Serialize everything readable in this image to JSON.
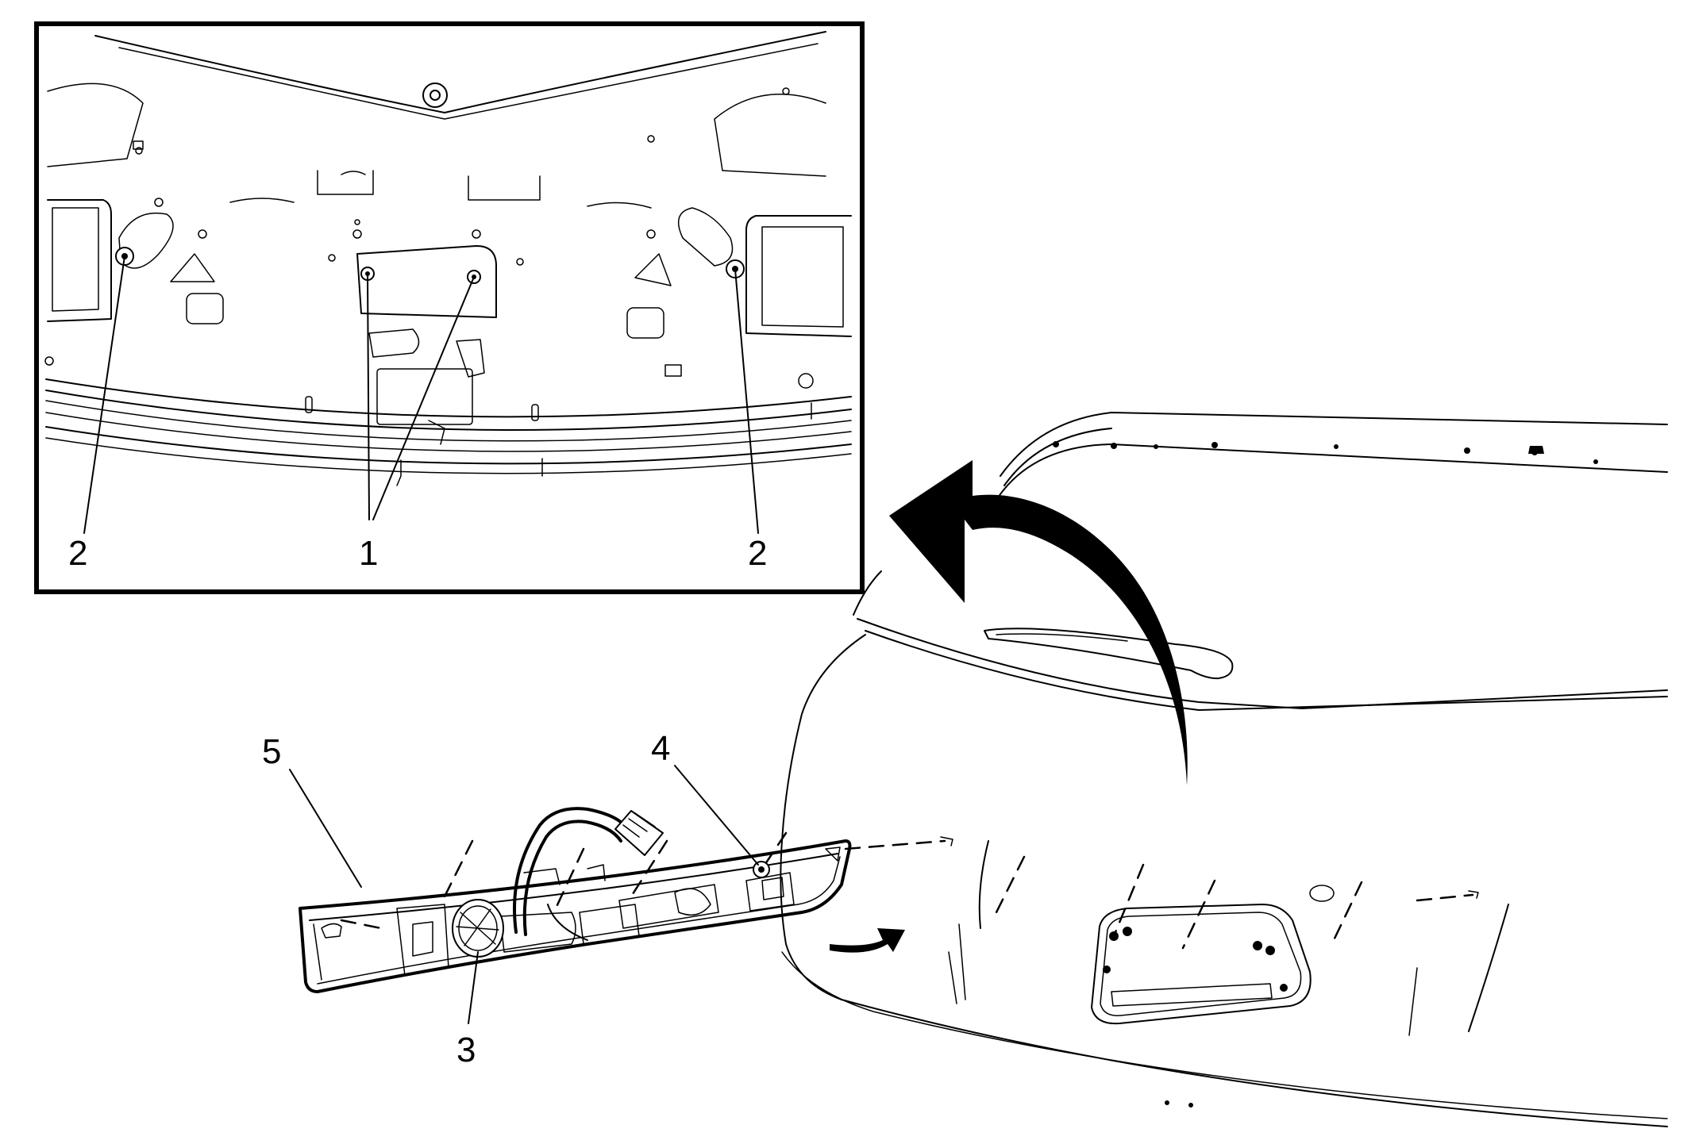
{
  "figure": {
    "callouts": {
      "inset_1": "1",
      "inset_2_left": "2",
      "inset_2_right": "2",
      "item_3": "3",
      "item_4": "4",
      "item_5": "5"
    },
    "icons": [
      "rotation-arrow-icon",
      "direction-arrow-icon"
    ]
  }
}
